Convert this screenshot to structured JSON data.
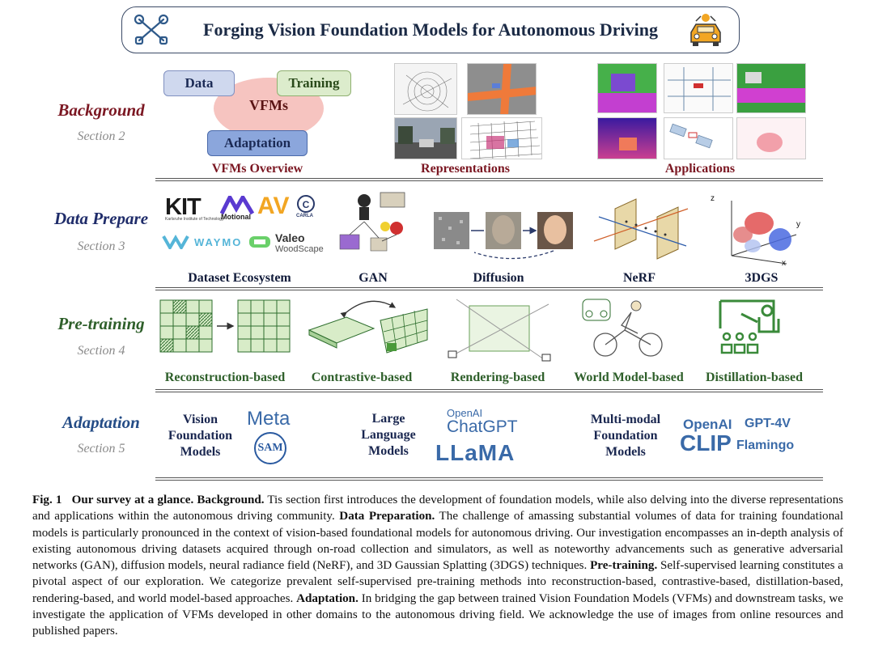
{
  "title": "Forging Vision Foundation Models for Autonomous Driving",
  "sections": {
    "background": {
      "name": "Background",
      "num": "Section 2"
    },
    "data_prepare": {
      "name": "Data Prepare",
      "num": "Section 3"
    },
    "pretraining": {
      "name": "Pre-training",
      "num": "Section 4"
    },
    "adaptation": {
      "name": "Adaptation",
      "num": "Section 5"
    }
  },
  "background": {
    "box_data": "Data",
    "box_training": "Training",
    "vfms": "VFMs",
    "box_adaptation": "Adaptation",
    "captions": [
      "VFMs Overview",
      "Representations",
      "Applications"
    ]
  },
  "data_prepare": {
    "captions": [
      "Dataset Ecosystem",
      "GAN",
      "Diffusion",
      "NeRF",
      "3DGS"
    ],
    "logos": {
      "kit": "KIT",
      "kit_sub": "Karlsruhe Institute of Technology",
      "motional": "Motional",
      "av": "AV",
      "carla": "CARLA",
      "waymo": "WAYMO",
      "valeo": "Valeo",
      "woodscape": "WoodScape"
    },
    "axes": {
      "z": "z",
      "y": "y",
      "x": "x"
    }
  },
  "pretraining": {
    "captions": [
      "Reconstruction-based",
      "Contrastive-based",
      "Rendering-based",
      "World Model-based",
      "Distillation-based"
    ]
  },
  "adaptation": {
    "vfm_label": [
      "Vision",
      "Foundation",
      "Models"
    ],
    "llm_label": [
      "Large",
      "Language",
      "Models"
    ],
    "mm_label": [
      "Multi-modal",
      "Foundation",
      "Models"
    ],
    "meta": "Meta",
    "sam": "SAM",
    "openai": "OpenAI",
    "chatgpt": "ChatGPT",
    "llama": "LLaMA",
    "openai2": "OpenAI",
    "gpt4v": "GPT-4V",
    "clip": "CLIP",
    "flamingo": "Flamingo"
  },
  "caption": {
    "fig": "Fig. 1",
    "lead": "Our survey at a glance.",
    "bg_head": "Background.",
    "bg_text": " Tis section first introduces the development of foundation models, while also delving into the diverse representations and applications within the autonomous driving community. ",
    "dp_head": "Data Preparation.",
    "dp_text": " The challenge of amassing substantial volumes of data for training foundational models is particularly pronounced in the context of vision-based foundational models for autonomous driving. Our investigation encompasses an in-depth analysis of existing autonomous driving datasets acquired through on-road collection and simulators, as well as noteworthy advancements such as generative adversarial networks (GAN), diffusion models, neural radiance field (NeRF), and 3D Gaussian Splatting (3DGS) techniques. ",
    "pt_head": "Pre-training.",
    "pt_text": " Self-supervised learning constitutes a pivotal aspect of our exploration. We categorize prevalent self-supervised pre-training methods into reconstruction-based, contrastive-based, distillation-based, rendering-based, and world model-based approaches. ",
    "ad_head": "Adaptation.",
    "ad_text": " In bridging the gap between trained Vision Foundation Models (VFMs) and downstream tasks, we investigate the application of VFMs developed in other domains to the autonomous driving field. We acknowledge the use of images from online resources and published papers."
  }
}
